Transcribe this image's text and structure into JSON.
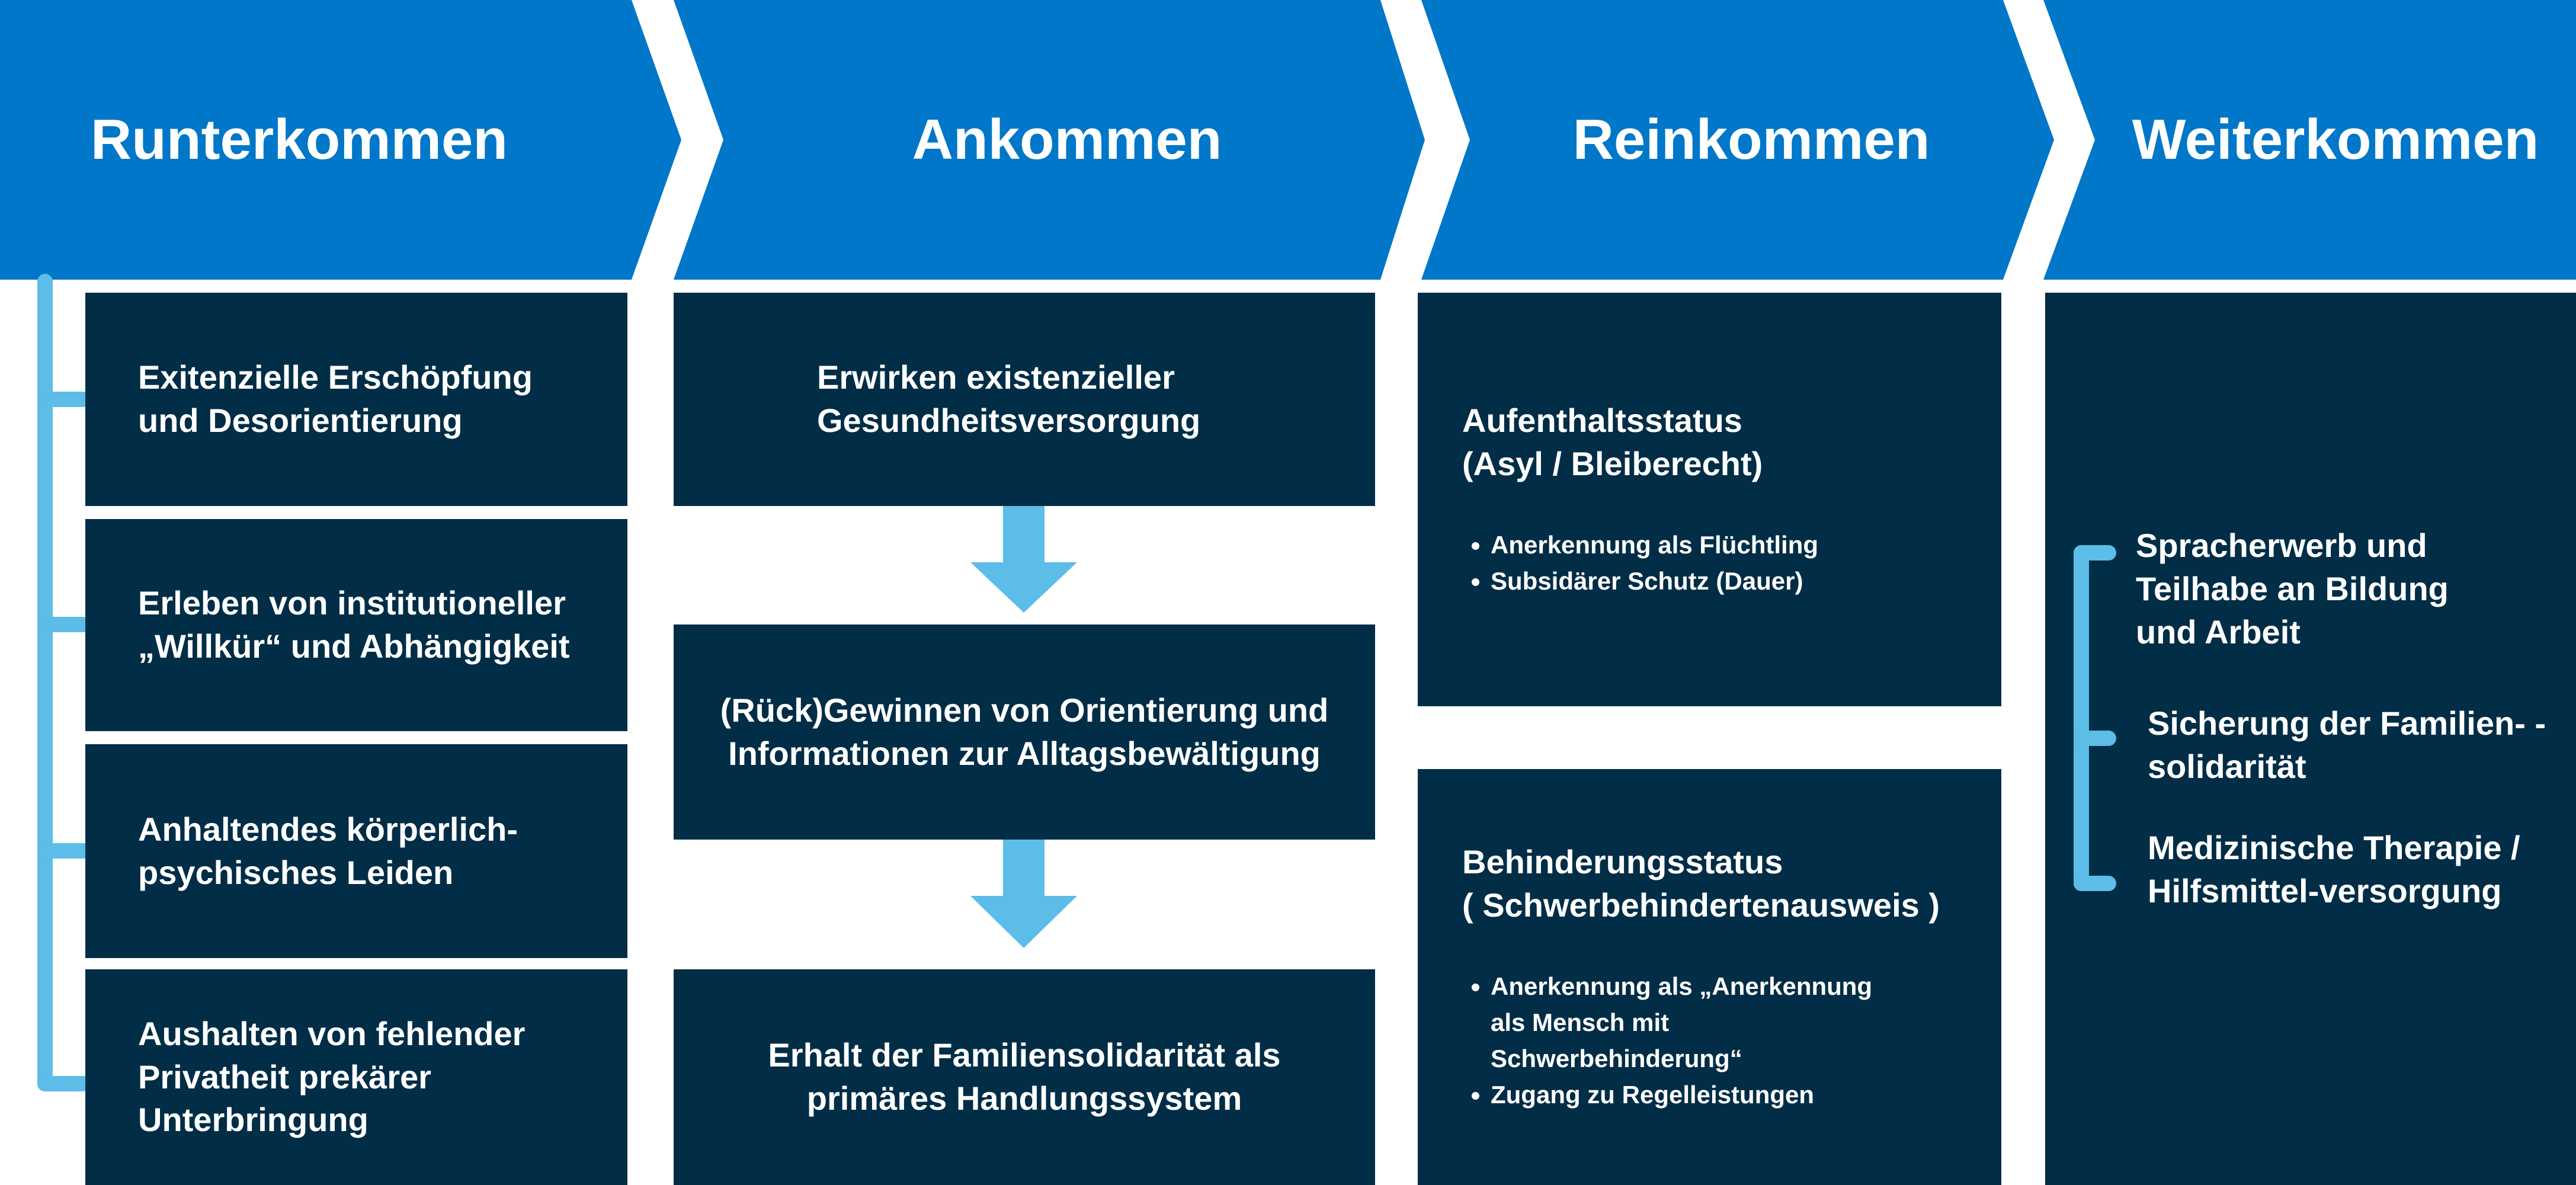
{
  "colors": {
    "header": "#0077c8",
    "box": "#012d46",
    "accent": "#5bbde8"
  },
  "phases": [
    "Runterkommen",
    "Ankommen",
    "Reinkommen",
    "Weiterkommen"
  ],
  "runterkommen": [
    "Exitenzielle Erschöpfung und Desorientierung",
    "Erleben von institutioneller „Willkür“ und Abhängigkeit",
    "Anhaltendes körperlich-psychisches Leiden",
    "Aushalten von fehlender Privatheit prekärer Unterbringung"
  ],
  "ankommen": [
    "Erwirken existenzieller Gesundheitsversorgung",
    "(Rück)Gewinnen von Orientierung und Informationen zur Alltagsbewältigung",
    "Erhalt der Familiensolidarität als primäres Handlungssystem"
  ],
  "reinkommen": [
    {
      "title1": "Aufenthaltsstatus",
      "title2": "(Asyl / Bleiberecht)",
      "bullets": [
        "Anerkennung als Flüchtling",
        "Subsidärer Schutz (Dauer)"
      ]
    },
    {
      "title1": "Behinderungsstatus",
      "title2": "( Schwerbehindertenausweis )",
      "bullets": [
        "Anerkennung als „Anerkennung als Mensch mit Schwerbehinderung“",
        "Zugang zu Regelleistungen"
      ]
    }
  ],
  "weiterkommen": [
    "Spracherwerb und Teilhabe an Bildung und Arbeit",
    "Sicherung der Familien- -solidarität",
    "Medizinische Therapie / Hilfsmittel-versorgung"
  ]
}
